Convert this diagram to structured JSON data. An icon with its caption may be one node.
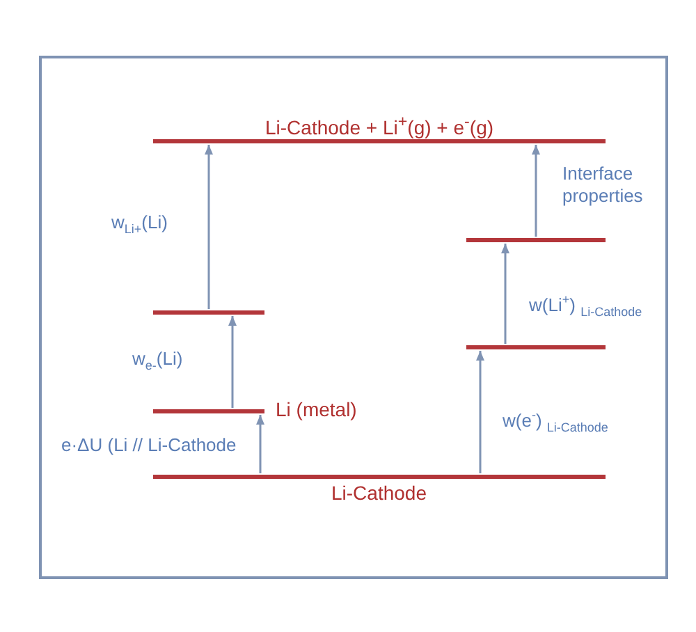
{
  "diagram": {
    "nodes": [
      {
        "text": [
          "Li-Cathode  + Li$^{+}$(g) + e$^{-}$(g)"
        ]
      },
      {
        "text": [],
        "shape": "bar"
      },
      {
        "text": [],
        "shape": "bar",
        "beside": [
          "Li (metal)"
        ]
      },
      {
        "text": [
          "Li-Cathode"
        ]
      },
      {
        "text": [],
        "shape": "bar"
      },
      {
        "text": [],
        "shape": "bar"
      }
    ],
    "edges": [
      {
        "from": 2,
        "to": 1,
        "arrow": "to",
        "label": "w$_{e-}$(Li)"
      },
      {
        "from": 1,
        "to": 0,
        "arrow": "to",
        "label": "w$_{Li+}$(Li)"
      },
      {
        "from": 3,
        "to": 2,
        "arrow": "to",
        "label": "e·ΔU (Li // Li-Cathode"
      },
      {
        "from": 3,
        "to": 5,
        "arrow": "to",
        "label": "w(e$^{-}$) $_{Li-Cathode}$"
      },
      {
        "from": 5,
        "to": 4,
        "arrow": "to",
        "label": "w(Li$^{+}$) $_{Li-Cathode}$"
      },
      {
        "from": 4,
        "to": 0,
        "arrow": "to",
        "label": "Interface properties"
      }
    ]
  }
}
